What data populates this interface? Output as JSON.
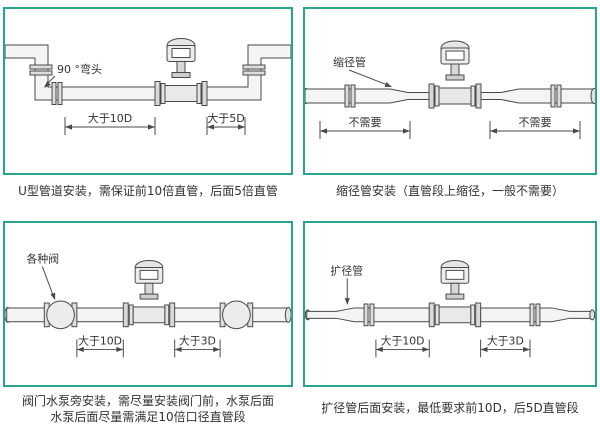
{
  "theme": {
    "border_color": "#29a493",
    "caption_color": "#333333"
  },
  "panels": [
    {
      "name": "u-pipe-installation",
      "callout": "90 °弯头",
      "dims": {
        "left": "大于10D",
        "right": "大于5D"
      },
      "caption": "U型管道安装，需保证前10倍直管，后面5倍直管"
    },
    {
      "name": "reducer-installation",
      "callout": "缩径管",
      "dims": {
        "left": "不需要",
        "right": "不需要"
      },
      "caption": "缩径管安装（直管段上缩径，一般不需要）"
    },
    {
      "name": "valve-pump-installation",
      "callout": "各种阀",
      "dims": {
        "left": "大于10D",
        "right": "大于3D"
      },
      "caption_lines": [
        "阀门水泵旁安装，需尽量安装阀门前，水泵后面",
        "水泵后面尽量需满足10倍口径直管段"
      ]
    },
    {
      "name": "expander-installation",
      "callout": "扩径管",
      "dims": {
        "left": "大于10D",
        "right": "大于3D"
      },
      "caption": "扩径管后面安装，最低要求前10D，后5D直管段"
    }
  ]
}
